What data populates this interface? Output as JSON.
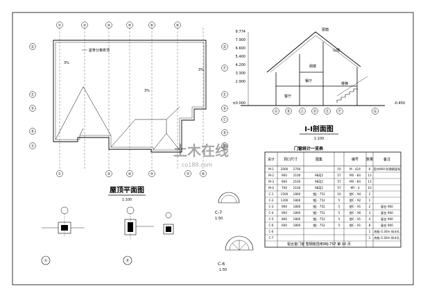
{
  "plan": {
    "title": "屋顶平面图",
    "scale": "1:100",
    "top_axes": [
      "①",
      "③",
      "④",
      "⑤",
      "⑥",
      "⑧"
    ],
    "bottom_axes": [
      "①",
      "③",
      "④",
      "⑤",
      "⑦",
      "⑧"
    ],
    "left_axes": [
      "Ⓖ",
      "Ⓔ",
      "Ⓓ",
      "Ⓑ",
      "Ⓐ"
    ],
    "right_axes": [
      "Ⓖ",
      "Ⓕ",
      "Ⓔ",
      "Ⓓ",
      "Ⓒ",
      "Ⓑ",
      "Ⓐ"
    ],
    "notes": {
      "ridge": "屋脊分格脊顶",
      "slope_a": "3%",
      "slope_b": "3%",
      "slope_c": "3%"
    }
  },
  "section": {
    "title": "I-I剖面图",
    "scale": "1:100",
    "axes": [
      "Ⓐ",
      "Ⓑ",
      "Ⓒ",
      "Ⓓ",
      "Ⓔ",
      "Ⓕ",
      "Ⓖ"
    ],
    "levels": [
      "8.774",
      "7.900",
      "6.600",
      "5.400",
      "4.200",
      "3.300",
      "2.900",
      "±0.000",
      "-0.450"
    ],
    "rooms": {
      "attic": "阁楼",
      "stair": "楼梯",
      "hall": "客厅",
      "dining": "餐厅",
      "gable": "山墙",
      "roof": "屋面"
    }
  },
  "schedule": {
    "title": "门窗统计一览表",
    "headers": [
      "设计",
      "洞口尺寸",
      "图集",
      "编号",
      "数量",
      "备注"
    ],
    "rows": [
      [
        "M-1",
        "2000",
        "2700",
        "",
        "",
        "10",
        "M - 424",
        "0",
        "室内900  防潮隔湿条"
      ],
      [
        "M-2",
        "900",
        "2100",
        "",
        "98ZJ2",
        "57",
        "MX - 84",
        "13",
        ""
      ],
      [
        "M-3",
        "900",
        "2100",
        "",
        "98ZJ2",
        "57",
        "MX - 84",
        "13",
        ""
      ],
      [
        "M-4",
        "700",
        "2100",
        "",
        "98ZJ2",
        "57",
        "MY - 4",
        "10",
        ""
      ],
      [
        "C-1",
        "1500",
        "1800",
        "",
        "塑J - 752",
        "10",
        "塑C - 94",
        "2",
        ""
      ],
      [
        "C-2",
        "1200",
        "1800",
        "",
        "塑J - 752",
        "5",
        "塑C - 92",
        "1",
        ""
      ],
      [
        "C-3",
        "900",
        "1800",
        "",
        "塑J - 752",
        "5",
        "塑C - 91",
        "2",
        "窗台 900"
      ],
      [
        "C-4",
        "900",
        "1800",
        "",
        "塑J - 752",
        "5",
        "塑C - 90",
        "3",
        "窗台 900"
      ],
      [
        "C-5",
        "800",
        "1800",
        "",
        "塑J - 752",
        "5",
        "塑C - 91",
        "4",
        "窗台 900"
      ],
      [
        "C-6",
        "600",
        "1800",
        "",
        "塑J - 752",
        "5",
        "塑C - 91",
        "8",
        "窗台 900"
      ],
      [
        "C-6",
        "",
        "",
        "",
        "",
        "",
        "",
        "1",
        "底板 0.30m 排水孔"
      ],
      [
        "C-7",
        "",
        "",
        "",
        "",
        "",
        "",
        "1",
        "底板 0.30m 排水孔"
      ]
    ],
    "footnote": "铝合金门窗  塑钢窗选用98J-757 第 10 页"
  },
  "details": {
    "a_label": "Ⓐ",
    "b_label": "Ⓑ",
    "c7_label": "C-7",
    "c7_scale": "1:50",
    "c6_label": "C-6",
    "c6_scale": "1:50"
  },
  "watermark": {
    "name": "土木在线",
    "url": "co188.com"
  }
}
